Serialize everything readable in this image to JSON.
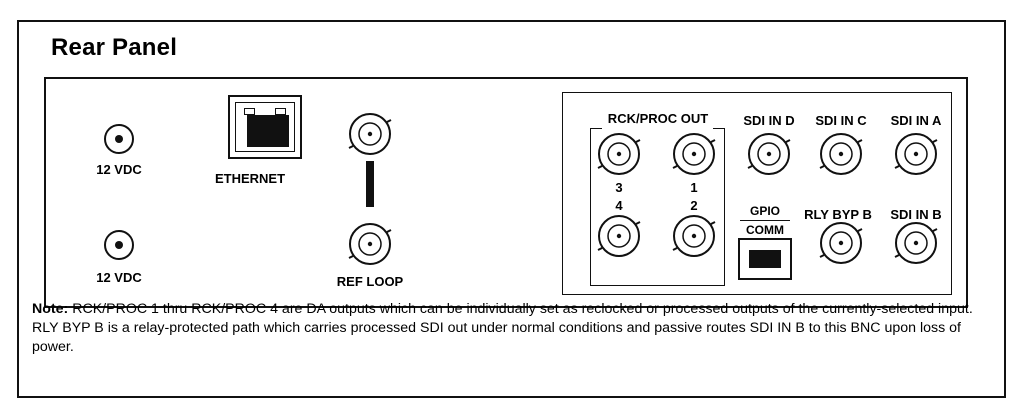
{
  "title": "Rear Panel",
  "labels": {
    "dc_top": "12 VDC",
    "dc_bottom": "12 VDC",
    "ethernet": "ETHERNET",
    "ref_loop": "REF LOOP",
    "rck_proc_out": "RCK/PROC OUT",
    "rck_3": "3",
    "rck_1": "1",
    "rck_4": "4",
    "rck_2": "2",
    "sdi_in_d": "SDI IN D",
    "sdi_in_c": "SDI IN C",
    "sdi_in_a": "SDI IN A",
    "gpio": "GPIO",
    "comm": "COMM",
    "rly_byp_b": "RLY BYP B",
    "sdi_in_b": "SDI IN B"
  },
  "note": {
    "lead": "Note:",
    "text": "RCK/PROC 1 thru RCK/PROC 4 are DA outputs which can be individually set as reclocked or processed outputs of the currently-selected input. RLY BYP B is a relay-protected path which carries processed SDI out under normal conditions and passive routes SDI IN B to this BNC upon loss of power."
  },
  "icons": {
    "dc_jack": "dc-power-jack-icon",
    "bnc": "bnc-connector-icon",
    "rj45": "rj45-port-icon"
  }
}
